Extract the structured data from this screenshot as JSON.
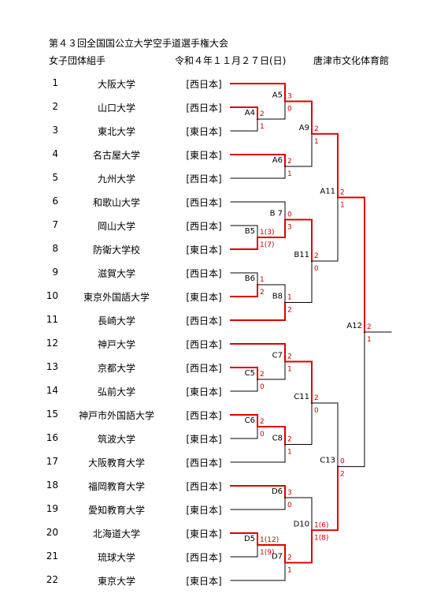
{
  "header": {
    "title": "第４３回全国国公立大学空手道選手権大会",
    "division": "女子団体組手",
    "date": "令和４年１１月２７日(日)",
    "venue": "唐津市文化体育館"
  },
  "teams": [
    {
      "no": "1",
      "name": "大阪大学",
      "region": "[西日本]"
    },
    {
      "no": "2",
      "name": "山口大学",
      "region": "[西日本]"
    },
    {
      "no": "3",
      "name": "東北大学",
      "region": "[東日本]"
    },
    {
      "no": "4",
      "name": "名古屋大学",
      "region": "[東日本]"
    },
    {
      "no": "5",
      "name": "九州大学",
      "region": "[西日本]"
    },
    {
      "no": "6",
      "name": "和歌山大学",
      "region": "[西日本]"
    },
    {
      "no": "7",
      "name": "岡山大学",
      "region": "[西日本]"
    },
    {
      "no": "8",
      "name": "防衛大学校",
      "region": "[東日本]"
    },
    {
      "no": "9",
      "name": "滋賀大学",
      "region": "[西日本]"
    },
    {
      "no": "10",
      "name": "東京外国語大学",
      "region": "[東日本]"
    },
    {
      "no": "11",
      "name": "長崎大学",
      "region": "[西日本]"
    },
    {
      "no": "12",
      "name": "神戸大学",
      "region": "[西日本]"
    },
    {
      "no": "13",
      "name": "京都大学",
      "region": "[西日本]"
    },
    {
      "no": "14",
      "name": "弘前大学",
      "region": "[東日本]"
    },
    {
      "no": "15",
      "name": "神戸市外国語大学",
      "region": "[西日本]"
    },
    {
      "no": "16",
      "name": "筑波大学",
      "region": "[東日本]"
    },
    {
      "no": "17",
      "name": "大阪教育大学",
      "region": "[西日本]"
    },
    {
      "no": "18",
      "name": "福岡教育大学",
      "region": "[西日本]"
    },
    {
      "no": "19",
      "name": "愛知教育大学",
      "region": "[東日本]"
    },
    {
      "no": "20",
      "name": "北海道大学",
      "region": "[東日本]"
    },
    {
      "no": "21",
      "name": "琉球大学",
      "region": "[西日本]"
    },
    {
      "no": "22",
      "name": "東京大学",
      "region": "[東日本]"
    }
  ],
  "matches": [
    {
      "id": "A4",
      "top": "2",
      "bottom": "3",
      "score_top": "2",
      "score_bottom": "1",
      "winner": "top"
    },
    {
      "id": "A5",
      "top": "1",
      "bottom": "A4",
      "score_top": "3",
      "score_bottom": "0",
      "winner": "top"
    },
    {
      "id": "A6",
      "top": "4",
      "bottom": "5",
      "score_top": "2",
      "score_bottom": "1",
      "winner": "top"
    },
    {
      "id": "A9",
      "top": "A5",
      "bottom": "A6",
      "score_top": "2",
      "score_bottom": "1",
      "winner": "top"
    },
    {
      "id": "B5",
      "top": "7",
      "bottom": "8",
      "score_top": "1(3)",
      "score_bottom": "1(7)",
      "winner": "bottom"
    },
    {
      "id": "B 7",
      "top": "6",
      "bottom": "B5",
      "score_top": "0",
      "score_bottom": "3",
      "winner": "bottom"
    },
    {
      "id": "B6",
      "top": "9",
      "bottom": "10",
      "score_top": "1",
      "score_bottom": "2",
      "winner": "bottom"
    },
    {
      "id": "B8",
      "top": "B6",
      "bottom": "11",
      "score_top": "1",
      "score_bottom": "2",
      "winner": "bottom"
    },
    {
      "id": "B11",
      "top": "B 7",
      "bottom": "B8",
      "score_top": "2",
      "score_bottom": "0",
      "winner": "top"
    },
    {
      "id": "A11",
      "top": "A9",
      "bottom": "B11",
      "score_top": "2",
      "score_bottom": "1",
      "winner": "top"
    },
    {
      "id": "C5",
      "top": "13",
      "bottom": "14",
      "score_top": "2",
      "score_bottom": "0",
      "winner": "top"
    },
    {
      "id": "C7",
      "top": "12",
      "bottom": "C5",
      "score_top": "2",
      "score_bottom": "1",
      "winner": "top"
    },
    {
      "id": "C6",
      "top": "15",
      "bottom": "16",
      "score_top": "2",
      "score_bottom": "0",
      "winner": "top"
    },
    {
      "id": "C8",
      "top": "C6",
      "bottom": "17",
      "score_top": "2",
      "score_bottom": "1",
      "winner": "top"
    },
    {
      "id": "C11",
      "top": "C7",
      "bottom": "C8",
      "score_top": "2",
      "score_bottom": "0",
      "winner": "top"
    },
    {
      "id": "D6",
      "top": "18",
      "bottom": "19",
      "score_top": "3",
      "score_bottom": "0",
      "winner": "top"
    },
    {
      "id": "D5",
      "top": "20",
      "bottom": "21",
      "score_top": "1(12)",
      "score_bottom": "1(9)",
      "winner": "top"
    },
    {
      "id": "D7",
      "top": "D5",
      "bottom": "22",
      "score_top": "2",
      "score_bottom": "1",
      "winner": "top"
    },
    {
      "id": "D10",
      "top": "D6",
      "bottom": "D7",
      "score_top": "1(6)",
      "score_bottom": "1(8)",
      "winner": "bottom"
    },
    {
      "id": "C13",
      "top": "C11",
      "bottom": "D10",
      "score_top": "0",
      "score_bottom": "2",
      "winner": "bottom"
    },
    {
      "id": "A12",
      "top": "A11",
      "bottom": "C13",
      "score_top": "2",
      "score_bottom": "1",
      "winner": "top"
    }
  ],
  "colors": {
    "winner_line": "#dd0000",
    "loser_line": "#000000",
    "score_text": "#cc0000"
  }
}
